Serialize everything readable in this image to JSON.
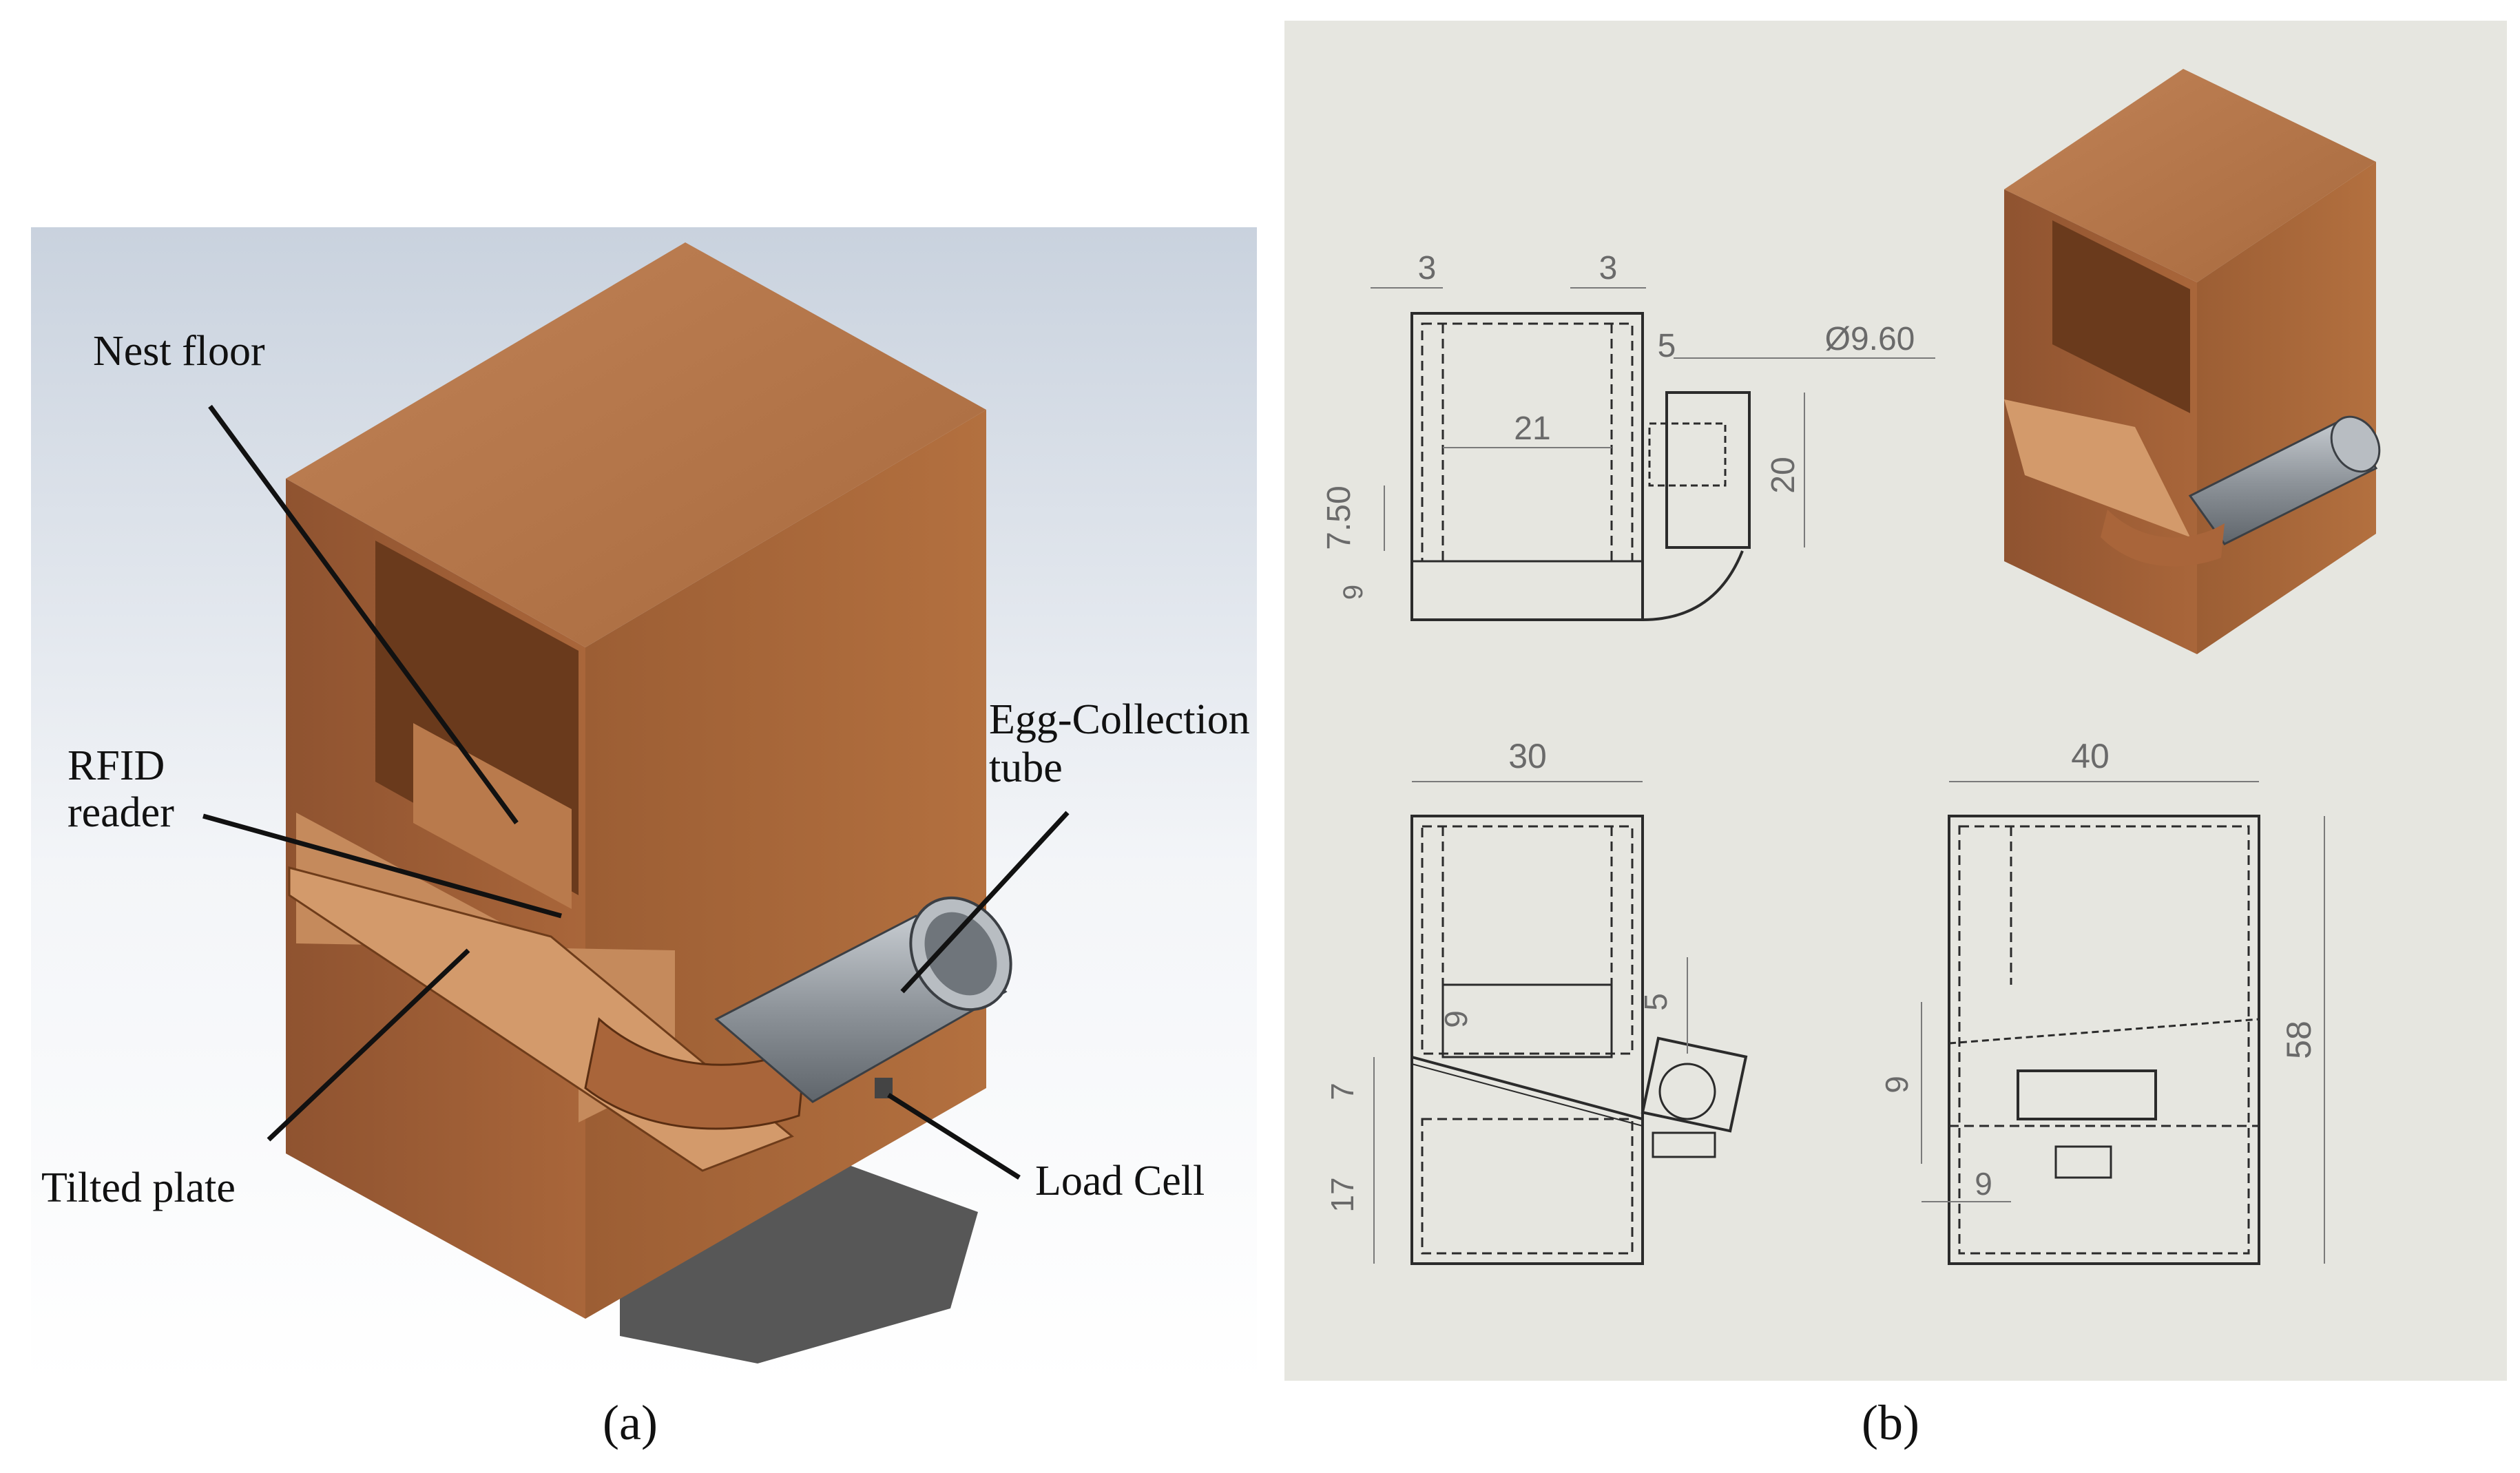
{
  "panel_a": {
    "caption": "(a)",
    "labels": {
      "nest_floor": "Nest floor",
      "rfid_line1": "RFID",
      "rfid_line2": "reader",
      "egg_line1": "Egg-Collection",
      "egg_line2": "tube",
      "tilted_plate": "Tilted plate",
      "load_cell": "Load Cell"
    }
  },
  "panel_b": {
    "caption": "(b)",
    "dimensions": {
      "d3_left": "3",
      "d3_right": "3",
      "d5_top": "5",
      "dia": "Ø9.60",
      "d21": "21",
      "d20": "20",
      "d7_50": "7.50",
      "d9_small": "9",
      "d30": "30",
      "d9_front": "9",
      "d5_front": "5",
      "d7": "7",
      "d17": "17",
      "d40": "40",
      "d58": "58",
      "d9_side": "9",
      "d9_bottom": "9"
    }
  },
  "colors": {
    "wood_top": "#b47548",
    "wood_front": "#9a5a30",
    "wood_side": "#7a4420",
    "drawing_bg": "#e6e6e0",
    "tube": "#9aa0a6"
  }
}
